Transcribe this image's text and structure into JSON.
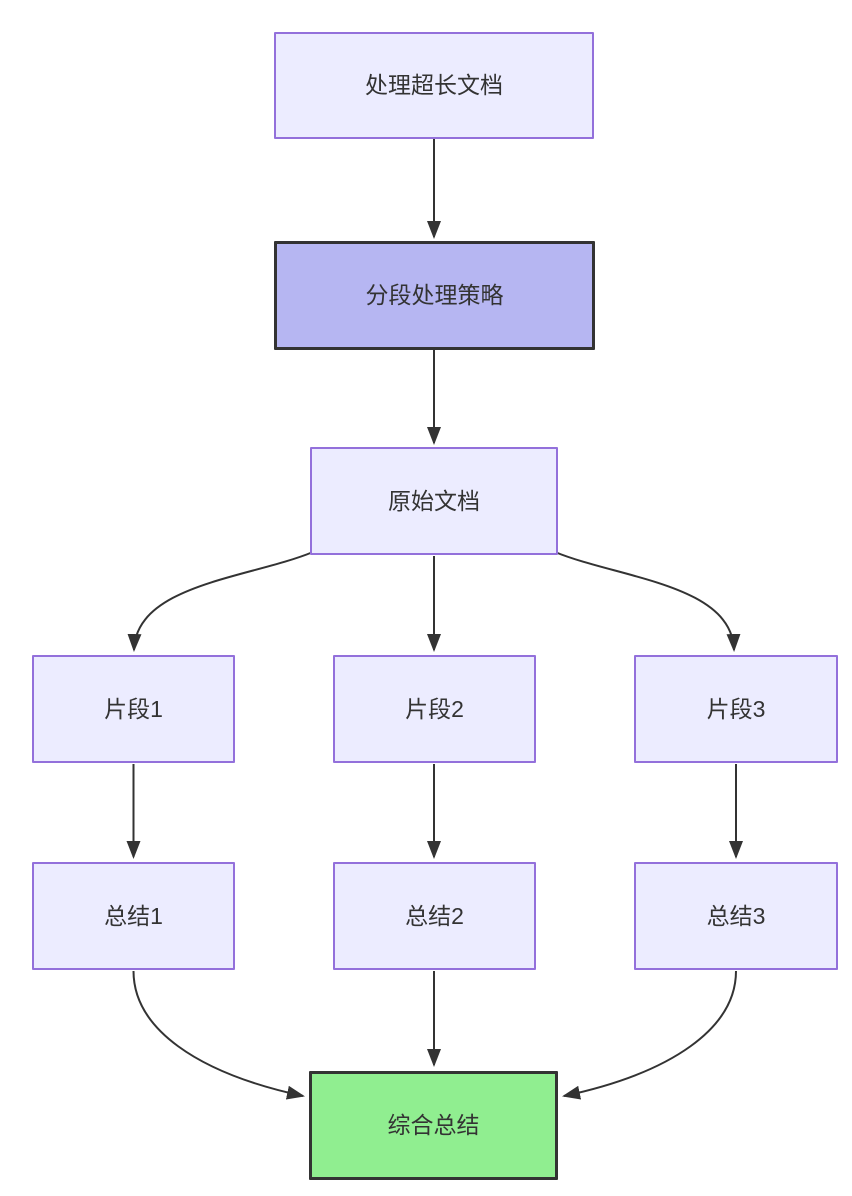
{
  "diagram": {
    "type": "flowchart",
    "direction": "top-down",
    "background": "#ffffff",
    "colors": {
      "node_fill": "#ECECFF",
      "node_border": "#9370DB",
      "highlight_fill": "#B6B6F2",
      "highlight_border": "#333333",
      "final_fill": "#90EE90",
      "final_border": "#333333",
      "edge": "#333333",
      "text": "#333333"
    },
    "nodes": [
      {
        "id": "title",
        "label": "处理超长文档",
        "style": "default"
      },
      {
        "id": "strategy",
        "label": "分段处理策略",
        "style": "highlight"
      },
      {
        "id": "doc",
        "label": "原始文档",
        "style": "default"
      },
      {
        "id": "seg1",
        "label": "片段1",
        "style": "default"
      },
      {
        "id": "seg2",
        "label": "片段2",
        "style": "default"
      },
      {
        "id": "seg3",
        "label": "片段3",
        "style": "default"
      },
      {
        "id": "sum1",
        "label": "总结1",
        "style": "default"
      },
      {
        "id": "sum2",
        "label": "总结2",
        "style": "default"
      },
      {
        "id": "sum3",
        "label": "总结3",
        "style": "default"
      },
      {
        "id": "final",
        "label": "综合总结",
        "style": "final"
      }
    ],
    "edges": [
      {
        "from": "title",
        "to": "strategy"
      },
      {
        "from": "strategy",
        "to": "doc"
      },
      {
        "from": "doc",
        "to": "seg1"
      },
      {
        "from": "doc",
        "to": "seg2"
      },
      {
        "from": "doc",
        "to": "seg3"
      },
      {
        "from": "seg1",
        "to": "sum1"
      },
      {
        "from": "seg2",
        "to": "sum2"
      },
      {
        "from": "seg3",
        "to": "sum3"
      },
      {
        "from": "sum1",
        "to": "final"
      },
      {
        "from": "sum2",
        "to": "final"
      },
      {
        "from": "sum3",
        "to": "final"
      }
    ]
  }
}
